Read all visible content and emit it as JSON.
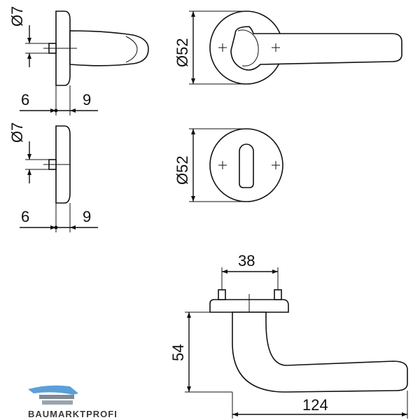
{
  "dimensions": {
    "top_left_diameter": "Ø7",
    "top_left_left": "6",
    "top_left_right": "9",
    "mid_left_diameter": "Ø7",
    "mid_left_left": "6",
    "mid_left_right": "9",
    "rose_diameter": "Ø52",
    "escutcheon_diameter": "Ø52",
    "handle_spacing": "38",
    "handle_height": "54",
    "handle_length": "124"
  },
  "brand": {
    "name": "BAUMARKTPROFI",
    "color_blue": "#5aa0d8",
    "color_gray": "#3a3a3a"
  }
}
